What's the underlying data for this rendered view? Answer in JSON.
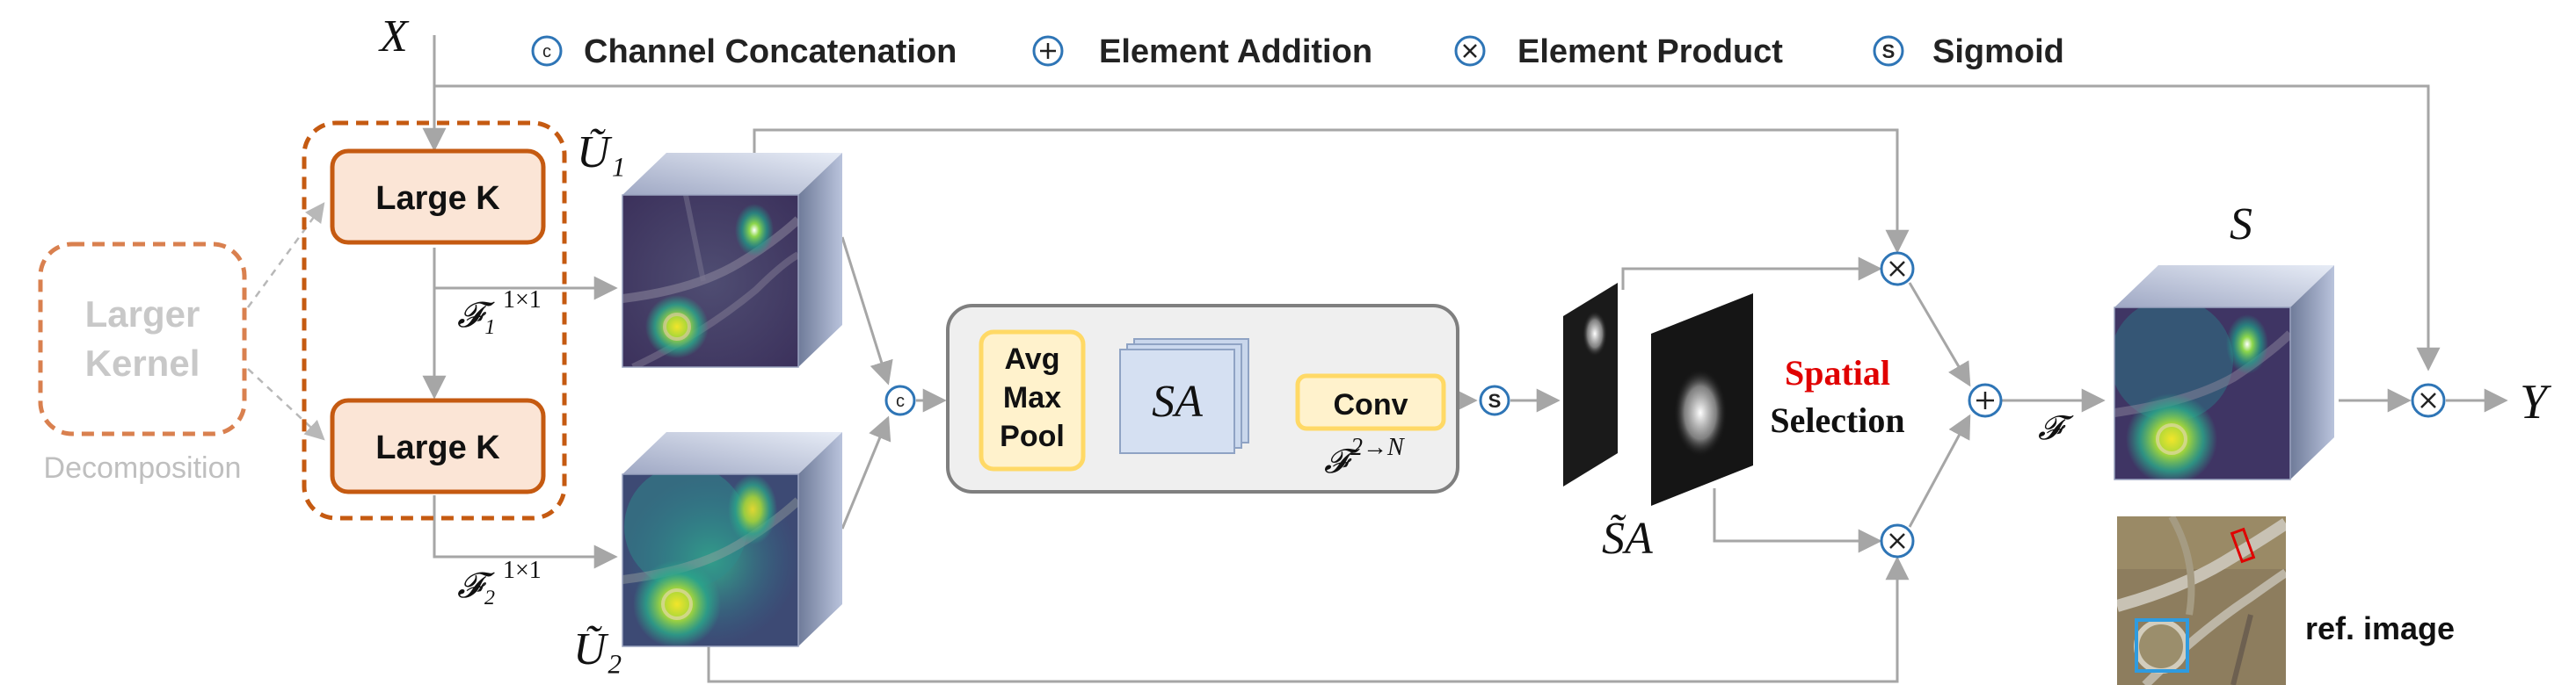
{
  "legend": {
    "concat_symbol": "c",
    "concat_label": "Channel Concatenation",
    "add_symbol": "+",
    "add_label": "Element Addition",
    "product_symbol": "×",
    "product_label": "Element Product",
    "sigmoid_symbol": "S",
    "sigmoid_label": "Sigmoid"
  },
  "input": {
    "label": "X"
  },
  "output": {
    "label": "Y"
  },
  "larger_kernel": {
    "line1": "Larger",
    "line2": "Kernel",
    "caption": "Decomposition"
  },
  "large_k": {
    "label1": "Large K",
    "label2": "Large K"
  },
  "features": {
    "f1": "𝓕₁",
    "f1_sup": "1×1",
    "f2": "𝓕₂",
    "f2_sup": "1×1",
    "u1": "Ũ₁",
    "u2": "Ũ₂"
  },
  "spatial_block": {
    "pool_line1": "Avg",
    "pool_line2": "Max",
    "pool_line3": "Pool",
    "sa": "SA",
    "conv": "Conv",
    "conv_func": "𝓕",
    "conv_sup": "2→N"
  },
  "sa_tilde": "S̃A",
  "spatial_selection": {
    "word1": "Spatial",
    "word2": "Selection"
  },
  "fusion": {
    "f_label": "𝓕",
    "s_label": "S"
  },
  "ref_image": {
    "caption": "ref. image"
  },
  "colors": {
    "orange": "#c55a11",
    "orange_fill": "#fbe5d6",
    "yellow": "#ffd966",
    "yellow_fill": "#fff2cc",
    "blue": "#2e75b6",
    "block_fill": "#efefef",
    "arrow": "#a6a6a6"
  }
}
